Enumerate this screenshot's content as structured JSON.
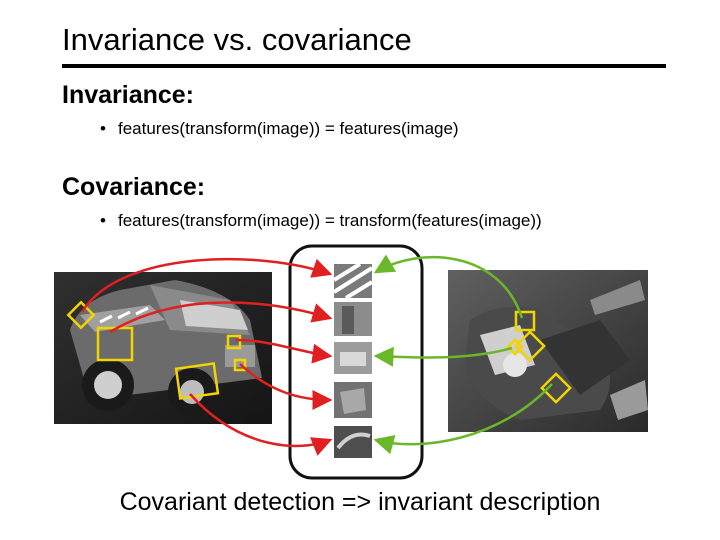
{
  "title": "Invariance vs. covariance",
  "invariance": {
    "heading": "Invariance:",
    "bullet": "features(transform(image)) = features(image)"
  },
  "covariance": {
    "heading": "Covariance:",
    "bullet": "features(transform(image)) = transform(features(image))"
  },
  "caption": "Covariant detection => invariant description",
  "colors": {
    "arrow_left": "#e02020",
    "arrow_right": "#6ab82a",
    "box": "#f2d400"
  },
  "figure": {
    "left_image": "photo-toy-truck-left",
    "right_image": "photo-toy-truck-right-rotated-scaled",
    "patch_count": 5
  }
}
